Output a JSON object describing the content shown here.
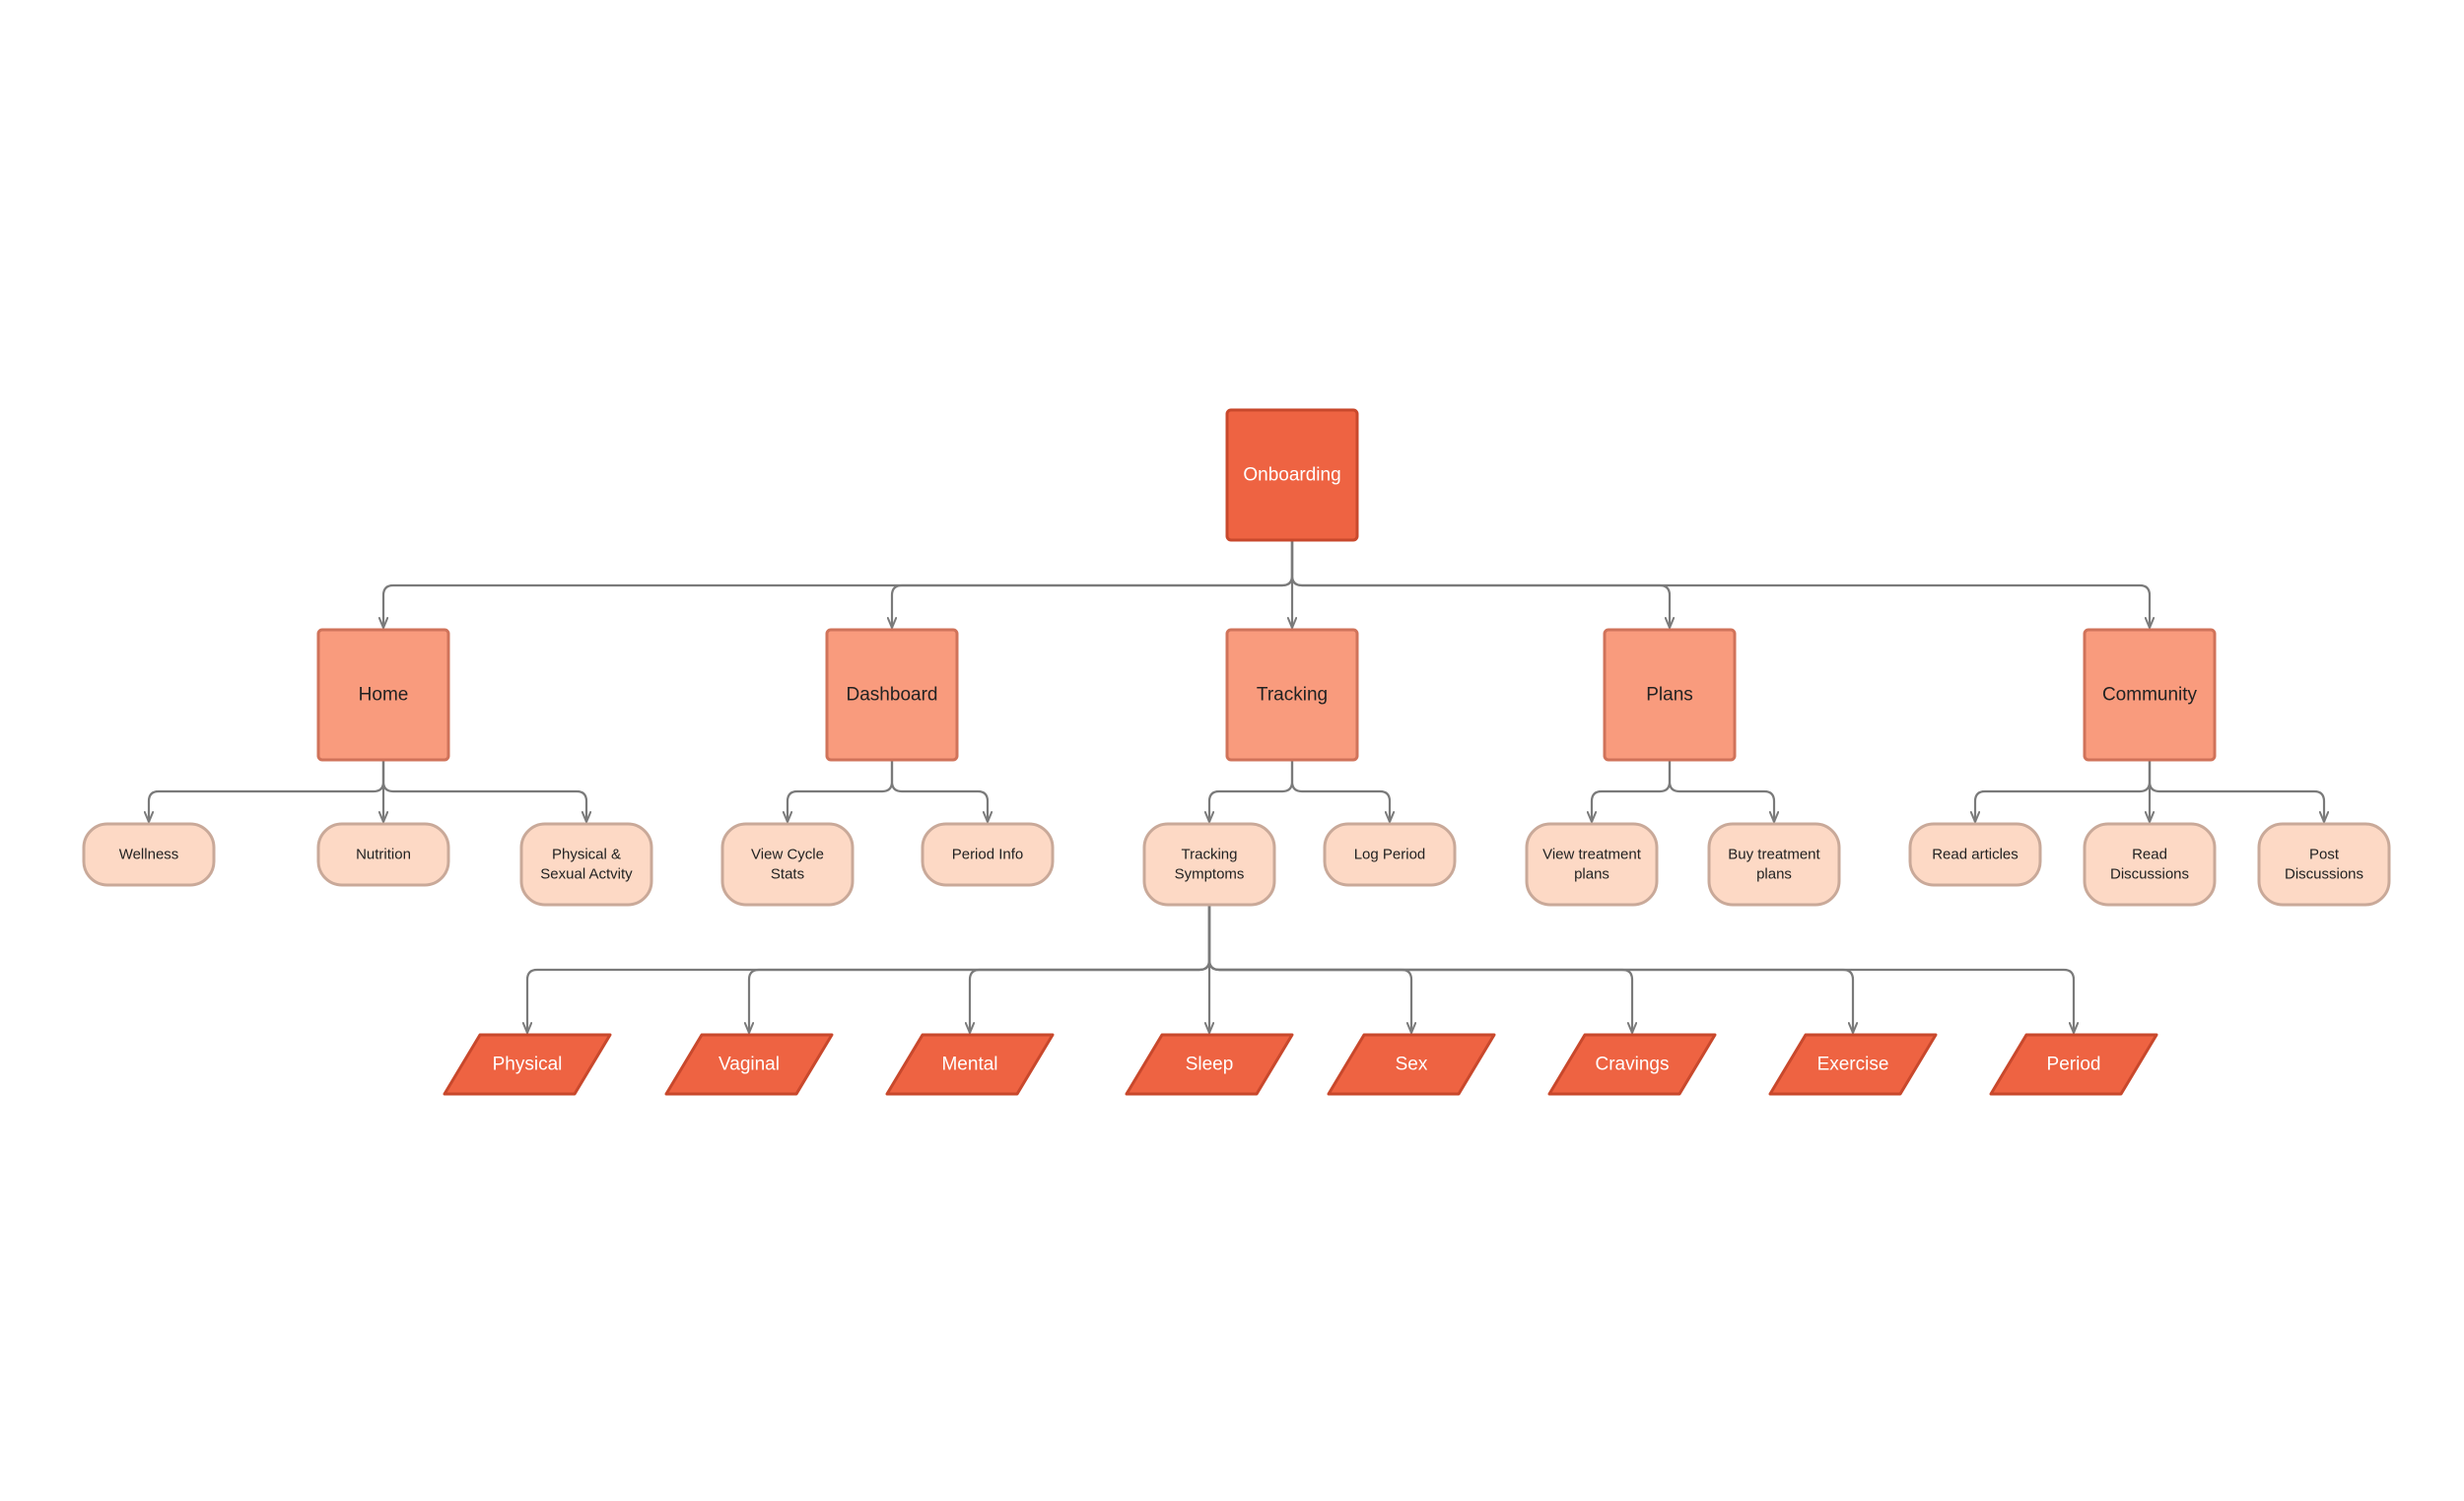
{
  "colors": {
    "root_fill": "#EE6342",
    "root_stroke": "#C8482C",
    "section_fill": "#F99B7D",
    "section_stroke": "#D0735A",
    "page_fill": "#FDD9C5",
    "page_stroke": "#C9A999",
    "tracker_fill": "#EE6342",
    "tracker_stroke": "#C8482C",
    "connector": "#7A7A7A",
    "light_text": "#FFFFFF",
    "dark_text": "#222222"
  },
  "root": {
    "label": "Onboarding"
  },
  "sections": [
    {
      "id": "home",
      "label": "Home",
      "children": [
        {
          "lines": [
            "Wellness"
          ]
        },
        {
          "lines": [
            "Nutrition"
          ]
        },
        {
          "lines": [
            "Physical &",
            "Sexual Actvity"
          ]
        }
      ]
    },
    {
      "id": "dashboard",
      "label": "Dashboard",
      "children": [
        {
          "lines": [
            "View Cycle",
            "Stats"
          ]
        },
        {
          "lines": [
            "Period Info"
          ]
        }
      ]
    },
    {
      "id": "tracking",
      "label": "Tracking",
      "children": [
        {
          "lines": [
            "Tracking",
            "Symptoms"
          ]
        },
        {
          "lines": [
            "Log Period"
          ]
        }
      ]
    },
    {
      "id": "plans",
      "label": "Plans",
      "children": [
        {
          "lines": [
            "View treatment",
            "plans"
          ]
        },
        {
          "lines": [
            "Buy treatment",
            "plans"
          ]
        }
      ]
    },
    {
      "id": "community",
      "label": "Community",
      "children": [
        {
          "lines": [
            "Read articles"
          ]
        },
        {
          "lines": [
            "Read",
            "Discussions"
          ]
        },
        {
          "lines": [
            "Post",
            "Discussions"
          ]
        }
      ]
    }
  ],
  "symptom_categories": [
    "Physical",
    "Vaginal",
    "Mental",
    "Sleep",
    "Sex",
    "Cravings",
    "Exercise",
    "Period"
  ]
}
